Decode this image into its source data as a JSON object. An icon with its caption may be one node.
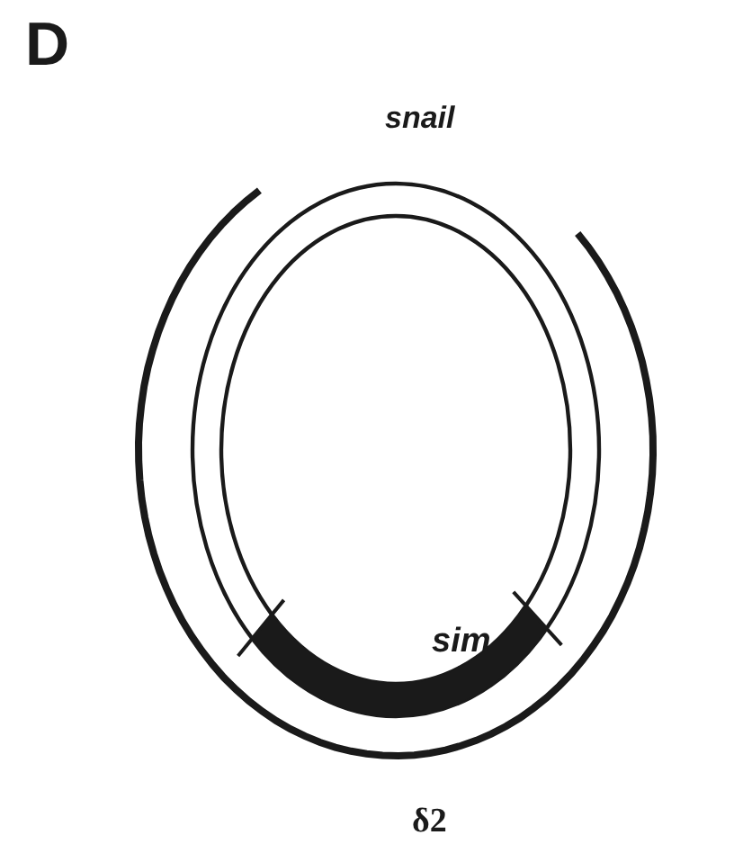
{
  "diagram": {
    "labels": [
      "D",
      "snail",
      "sim",
      "δ2"
    ]
  }
}
